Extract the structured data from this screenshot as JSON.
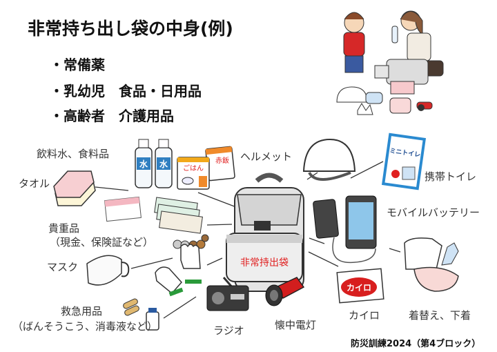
{
  "title": "非常持ち出し袋の中身(例)",
  "bullets": [
    "・常備薬",
    "・乳幼児　食品・日用品",
    "・高齢者　介護用品"
  ],
  "labels": {
    "water_food": "飲料水、食料品",
    "towel": "タオル",
    "valuables": "貴重品",
    "valuables_note": "（現金、保険証など）",
    "mask": "マスク",
    "first_aid": "救急用品",
    "first_aid_note": "（ばんそうこう、消毒液など）",
    "radio": "ラジオ",
    "flashlight": "懐中電灯",
    "helmet": "ヘルメット",
    "portable_toilet": "携帯トイレ",
    "mobile_battery": "モバイルバッテリー",
    "kairo": "カイロ",
    "clothes": "着替え、下着"
  },
  "item_text": {
    "water": "水",
    "rice": "ごはん",
    "sekihan": "赤飯",
    "bag": "非常持出袋",
    "kairo": "カイロ",
    "toilet": "ミニトイレ"
  },
  "footer": "防災訓練2024（第4ブロック）",
  "colors": {
    "bag_text": "#e02020",
    "kairo_red": "#d81e1e",
    "toilet_blue": "#2a8ad0"
  }
}
